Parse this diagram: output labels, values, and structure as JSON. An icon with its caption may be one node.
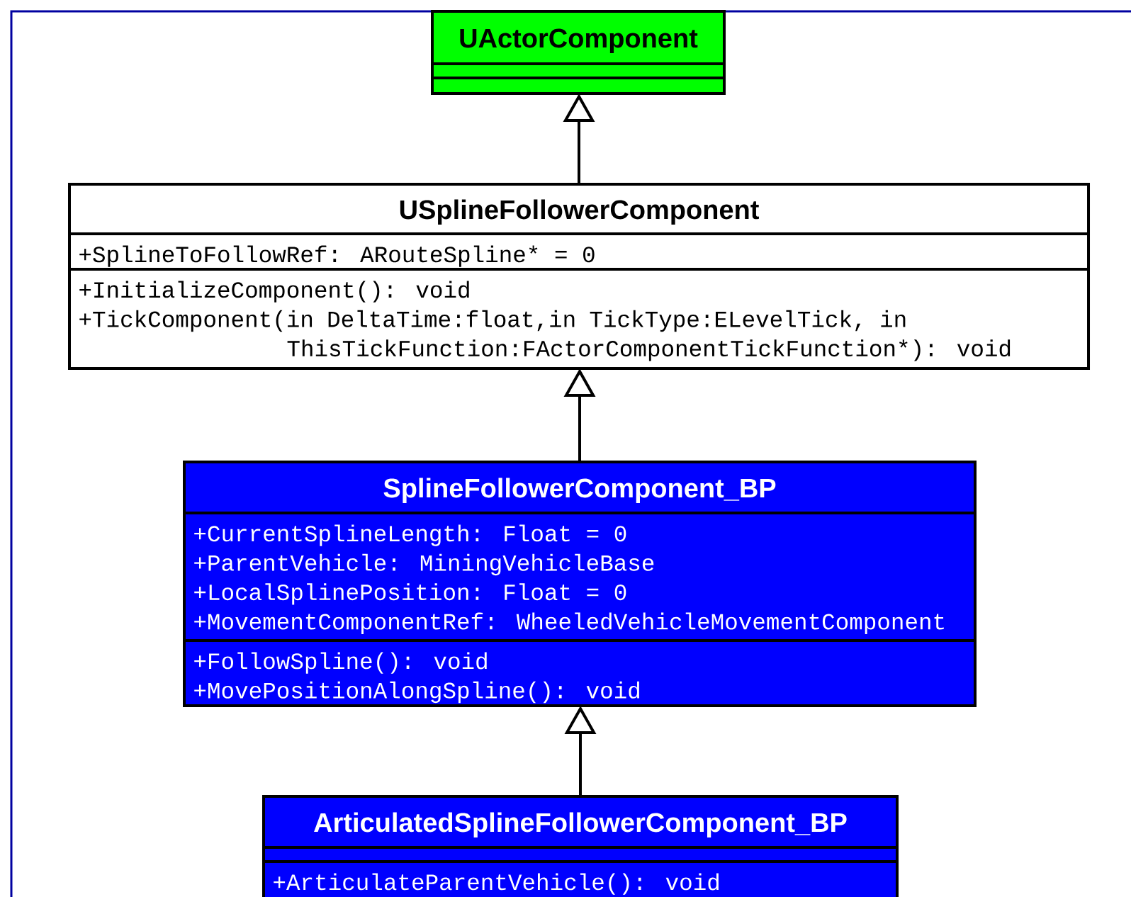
{
  "diagram": {
    "nodes": [
      {
        "text": [
          "UActorComponent"
        ]
      },
      {
        "text": [
          "USplineFollowerComponent",
          "+SplineToFollowRef: ARouteSpline* = 0",
          "+InitializeComponent(): void",
          "+TickComponent(in DeltaTime:float,in TickType:ELevelTick, in ThisTickFunction:FActorComponentTickFunction*): void"
        ]
      },
      {
        "text": [
          "SplineFollowerComponent_BP",
          "+CurrentSplineLength: Float = 0",
          "+ParentVehicle: MiningVehicleBase",
          "+LocalSplinePosition: Float = 0",
          "+MovementComponentRef: WheeledVehicleMovementComponent",
          "+FollowSpline(): void",
          "+MovePositionAlongSpline(): void"
        ]
      },
      {
        "text": [
          "ArticulatedSplineFollowerComponent_BP",
          "+ArticulateParentVehicle(): void"
        ]
      }
    ],
    "edges": [
      {
        "from": 1,
        "to": 0,
        "arrow": "to"
      },
      {
        "from": 2,
        "to": 1,
        "arrow": "to"
      },
      {
        "from": 3,
        "to": 2,
        "arrow": "to"
      }
    ]
  }
}
